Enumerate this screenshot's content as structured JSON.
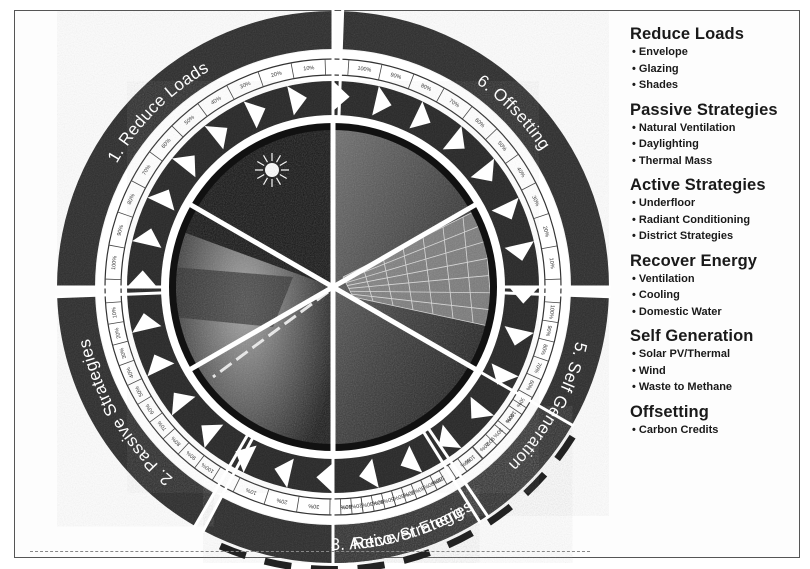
{
  "wheel": {
    "segments": [
      {
        "number": "1.",
        "label": "Reduce Loads"
      },
      {
        "number": "2.",
        "label": "Passive Strategies"
      },
      {
        "number": "3.",
        "label": "Active Strategies"
      },
      {
        "number": "4.",
        "label": "Recover Energy"
      },
      {
        "number": "5.",
        "label": "Self Generation"
      },
      {
        "number": "6.",
        "label": "Offsetting"
      }
    ],
    "scale_ticks": [
      "100%",
      "90%",
      "80%",
      "70%",
      "60%",
      "50%",
      "40%",
      "30%",
      "20%",
      "10%"
    ]
  },
  "legend": [
    {
      "heading": "Reduce Loads",
      "items": [
        "Envelope",
        "Glazing",
        "Shades"
      ]
    },
    {
      "heading": "Passive Strategies",
      "items": [
        "Natural Ventilation",
        "Daylighting",
        "Thermal Mass"
      ]
    },
    {
      "heading": "Active Strategies",
      "items": [
        "Underfloor",
        "Radiant Conditioning",
        "District Strategies"
      ]
    },
    {
      "heading": "Recover Energy",
      "items": [
        "Ventilation",
        "Cooling",
        "Domestic Water"
      ]
    },
    {
      "heading": "Self Generation",
      "items": [
        "Solar PV/Thermal",
        "Wind",
        "Waste to Methane"
      ]
    },
    {
      "heading": "Offsetting",
      "items": [
        "Carbon Credits"
      ]
    }
  ],
  "colors": {
    "band": "#2a2a2a",
    "band_text": "#ffffff",
    "ring": "#ffffff",
    "photo_dark": "#1c1c1c",
    "photo_light": "#9a9a9a"
  }
}
